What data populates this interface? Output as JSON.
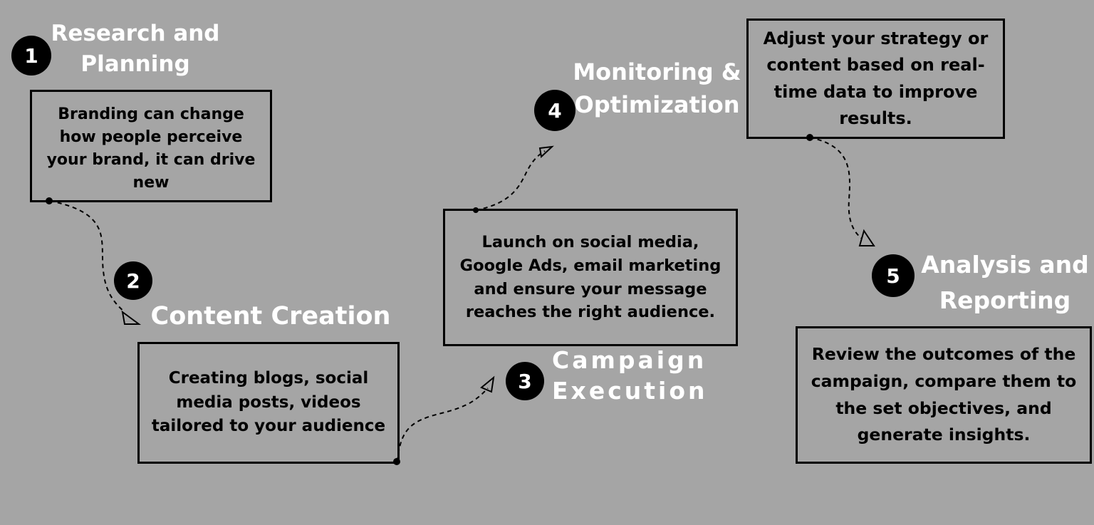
{
  "steps": [
    {
      "number": "1",
      "title_line1": "Research and",
      "title_line2": "Planning",
      "text": "Branding can change how people perceive your brand, it can drive new"
    },
    {
      "number": "2",
      "title_line1": "Content Creation",
      "title_line2": "",
      "text": "Creating blogs, social media posts, videos tailored to your audience"
    },
    {
      "number": "3",
      "title_line1": "Campaign",
      "title_line2": "Execution",
      "text": "Launch on social media, Google Ads, email marketing and ensure your message reaches the right audience."
    },
    {
      "number": "4",
      "title_line1": "Monitoring &",
      "title_line2": "Optimization",
      "text": "Adjust your strategy or content based on real-time data to improve results."
    },
    {
      "number": "5",
      "title_line1": "Analysis and",
      "title_line2": "Reporting",
      "text": "Review the outcomes of the campaign, compare them to the set objectives, and generate insights."
    }
  ],
  "colors": {
    "background": "#a5a5a5",
    "title": "#ffffff",
    "badge": "#000000",
    "border": "#000000"
  }
}
